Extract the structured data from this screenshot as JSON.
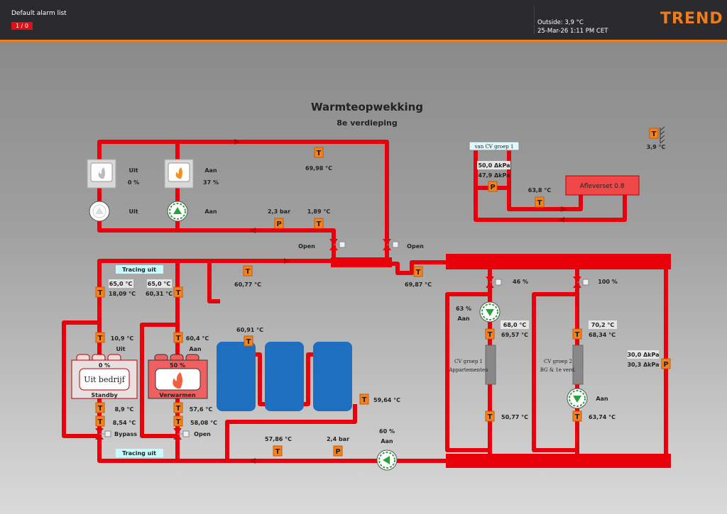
{
  "header": {
    "alarm_list": "Default alarm list",
    "alarm_count": "1 / 0",
    "outside": "Outside: 3,9 °C",
    "datetime": "25-Mar-26 1:11 PM CET",
    "logo": "TREND"
  },
  "title": "Warmteopwekking",
  "subtitle": "8e verdieping",
  "colors": {
    "pipe": "#e8000a",
    "accent": "#f07d1a",
    "sensor": "#f5821f",
    "pump_on": "#2e9e3e"
  },
  "primary": {
    "boiler1_status": "Uit",
    "boiler1_pct": "0 %",
    "boiler2_status": "Aan",
    "boiler2_pct": "37 %",
    "pump1_status": "Uit",
    "pump2_status": "Aan",
    "supply_temp": "69,98 °C",
    "return_pressure": "2,3 bar",
    "return_temp": "1,89 °C",
    "valve_left": "Open",
    "valve_right": "Open"
  },
  "secondary": {
    "tracing_top": "Tracing uit",
    "tracing_bottom": "Tracing uit",
    "header_temp": "60,77 °C",
    "dist_temp": "69,87 °C",
    "b1_set": "65,0 °C",
    "b1_temp": "18,09 °C",
    "b2_set": "65,0 °C",
    "b2_temp": "60,31 °C",
    "b1_out": "10,9 °C",
    "b1_state": "Uit",
    "b2_out": "60,4 °C",
    "b2_state": "Aan",
    "b1_pct": "0 %",
    "b1_label": "Uit bedrijf",
    "b1_mode": "Standby",
    "b2_pct": "50 %",
    "b2_mode": "Verwarmen",
    "b1_ret1": "8,9 °C",
    "b1_ret2": "8,54 °C",
    "b1_valve": "Bypass",
    "b2_ret1": "57,6 °C",
    "b2_ret2": "58,08 °C",
    "b2_valve": "Open",
    "tank_top": "60,91 °C",
    "tank_out": "59,64 °C",
    "return_temp": "57,86 °C",
    "return_pressure": "2,4 bar",
    "pump_pct": "60 %",
    "pump_state": "Aan"
  },
  "groups": {
    "g1_valve": "46 %",
    "g1_pump_pct": "63 %",
    "g1_pump_state": "Aan",
    "g1_set": "68,0 °C",
    "g1_temp": "69,57 °C",
    "g1_name1": "CV groep 1",
    "g1_name2": "Appartementen",
    "g1_ret": "50,77 °C",
    "g2_valve": "100 %",
    "g2_set": "70,2 °C",
    "g2_temp": "68,34 °C",
    "g2_name1": "CV groep 2",
    "g2_name2": "BG & 1e verd.",
    "g2_pump_state": "Aan",
    "g2_ret": "63,74 °C",
    "dp_set": "30,0 ΔkPa",
    "dp_value": "30,3 ΔkPa"
  },
  "delivery": {
    "outside_temp": "3,9 °C",
    "source": "van CV groep 1",
    "dp_set": "50,0 ΔkPa",
    "dp_value": "47,9 ΔkPa",
    "temp": "63,8 °C",
    "unit": "Afleverset 0.8"
  }
}
